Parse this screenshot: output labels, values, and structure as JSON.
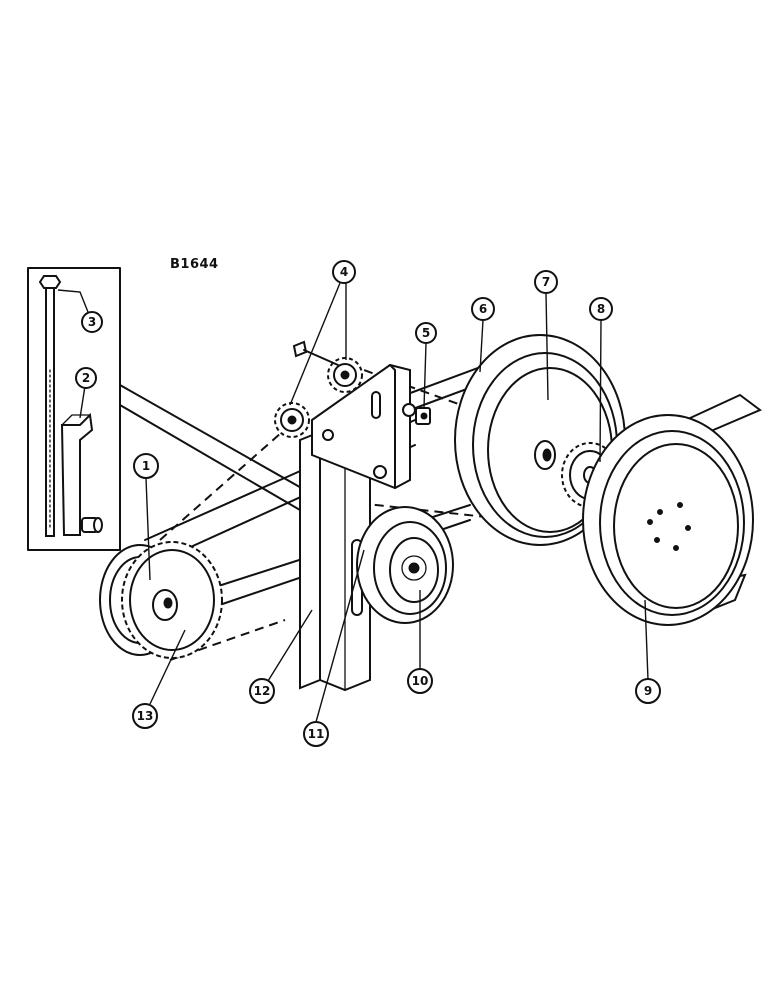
{
  "figure_code": "B1644",
  "callouts": [
    "1",
    "2",
    "3",
    "4",
    "5",
    "6",
    "7",
    "8",
    "9",
    "10",
    "11",
    "12",
    "13"
  ]
}
